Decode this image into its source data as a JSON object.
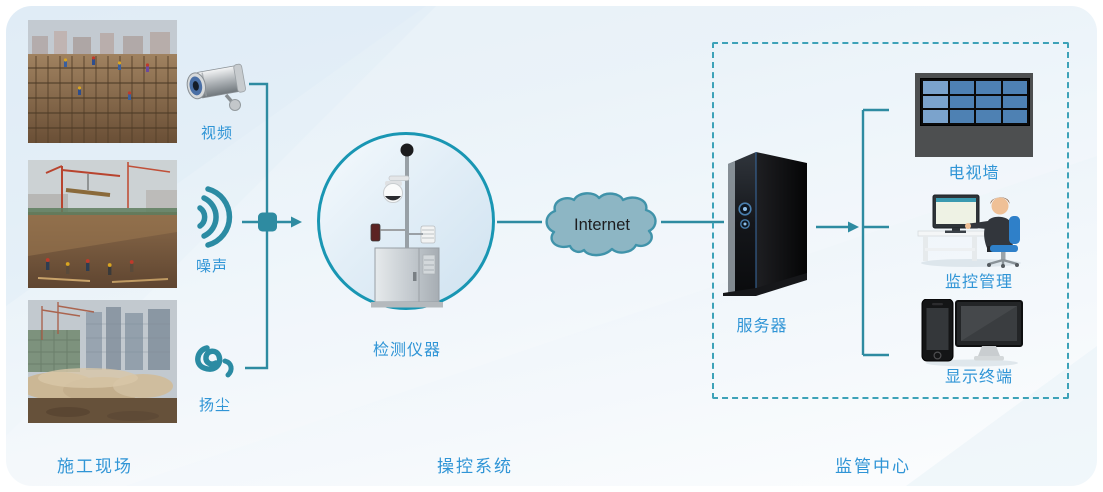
{
  "sections": {
    "site": "施工现场",
    "control": "操控系统",
    "supervision": "监管中心"
  },
  "site": {
    "video_label": "视频",
    "noise_label": "噪声",
    "dust_label": "扬尘"
  },
  "control": {
    "instrument_label": "检测仪器"
  },
  "network": {
    "internet_label": "Internet"
  },
  "supervision": {
    "server_label": "服务器",
    "tv_wall_label": "电视墙",
    "monitoring_label": "监控管理",
    "display_label": "显示终端"
  },
  "icons": {
    "camera": "cctv-camera-icon",
    "noise": "sound-waves-icon",
    "dust": "dust-swirl-icon"
  },
  "colors": {
    "label_blue": "#3095d6",
    "connector_teal": "#2e8ba1",
    "circle_border": "#1996b3",
    "cloud_fill": "#8db6c4",
    "cloud_border": "#4093aa",
    "dashed_border": "#3da2b8",
    "tv_screen_blue": "#4e81b3"
  }
}
